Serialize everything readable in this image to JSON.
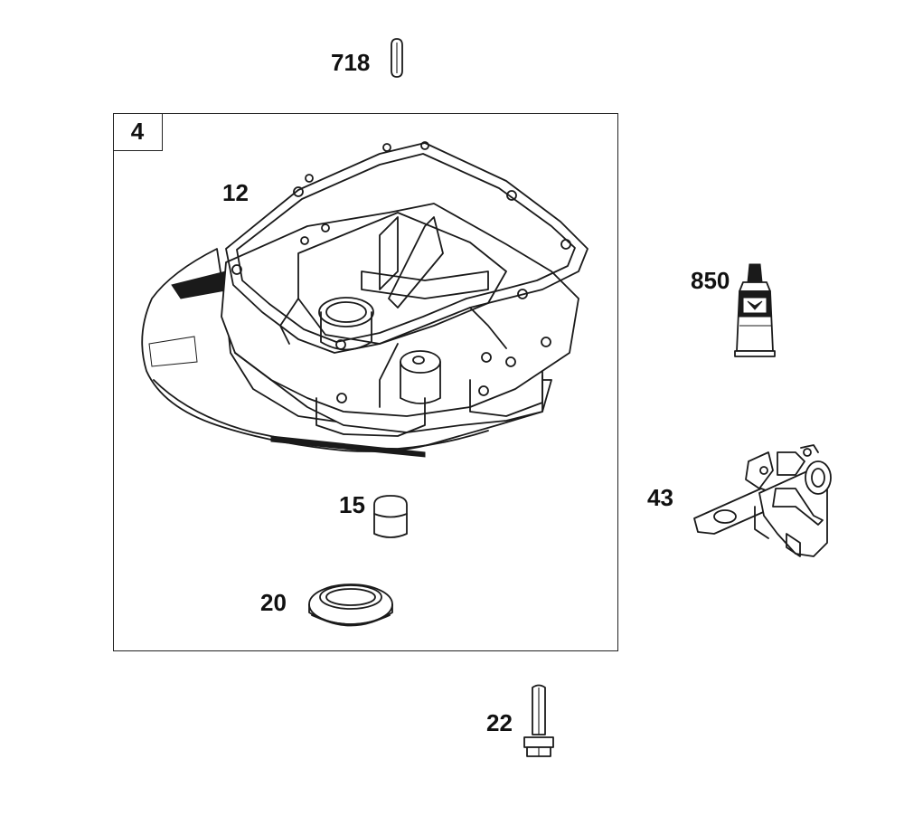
{
  "diagram": {
    "inset_label": "4",
    "callouts": {
      "pin": "718",
      "gasket_sump": "12",
      "cap": "15",
      "oil_seal": "20",
      "bolt": "22",
      "sealant_tube": "850",
      "governor_bracket": "43"
    }
  }
}
